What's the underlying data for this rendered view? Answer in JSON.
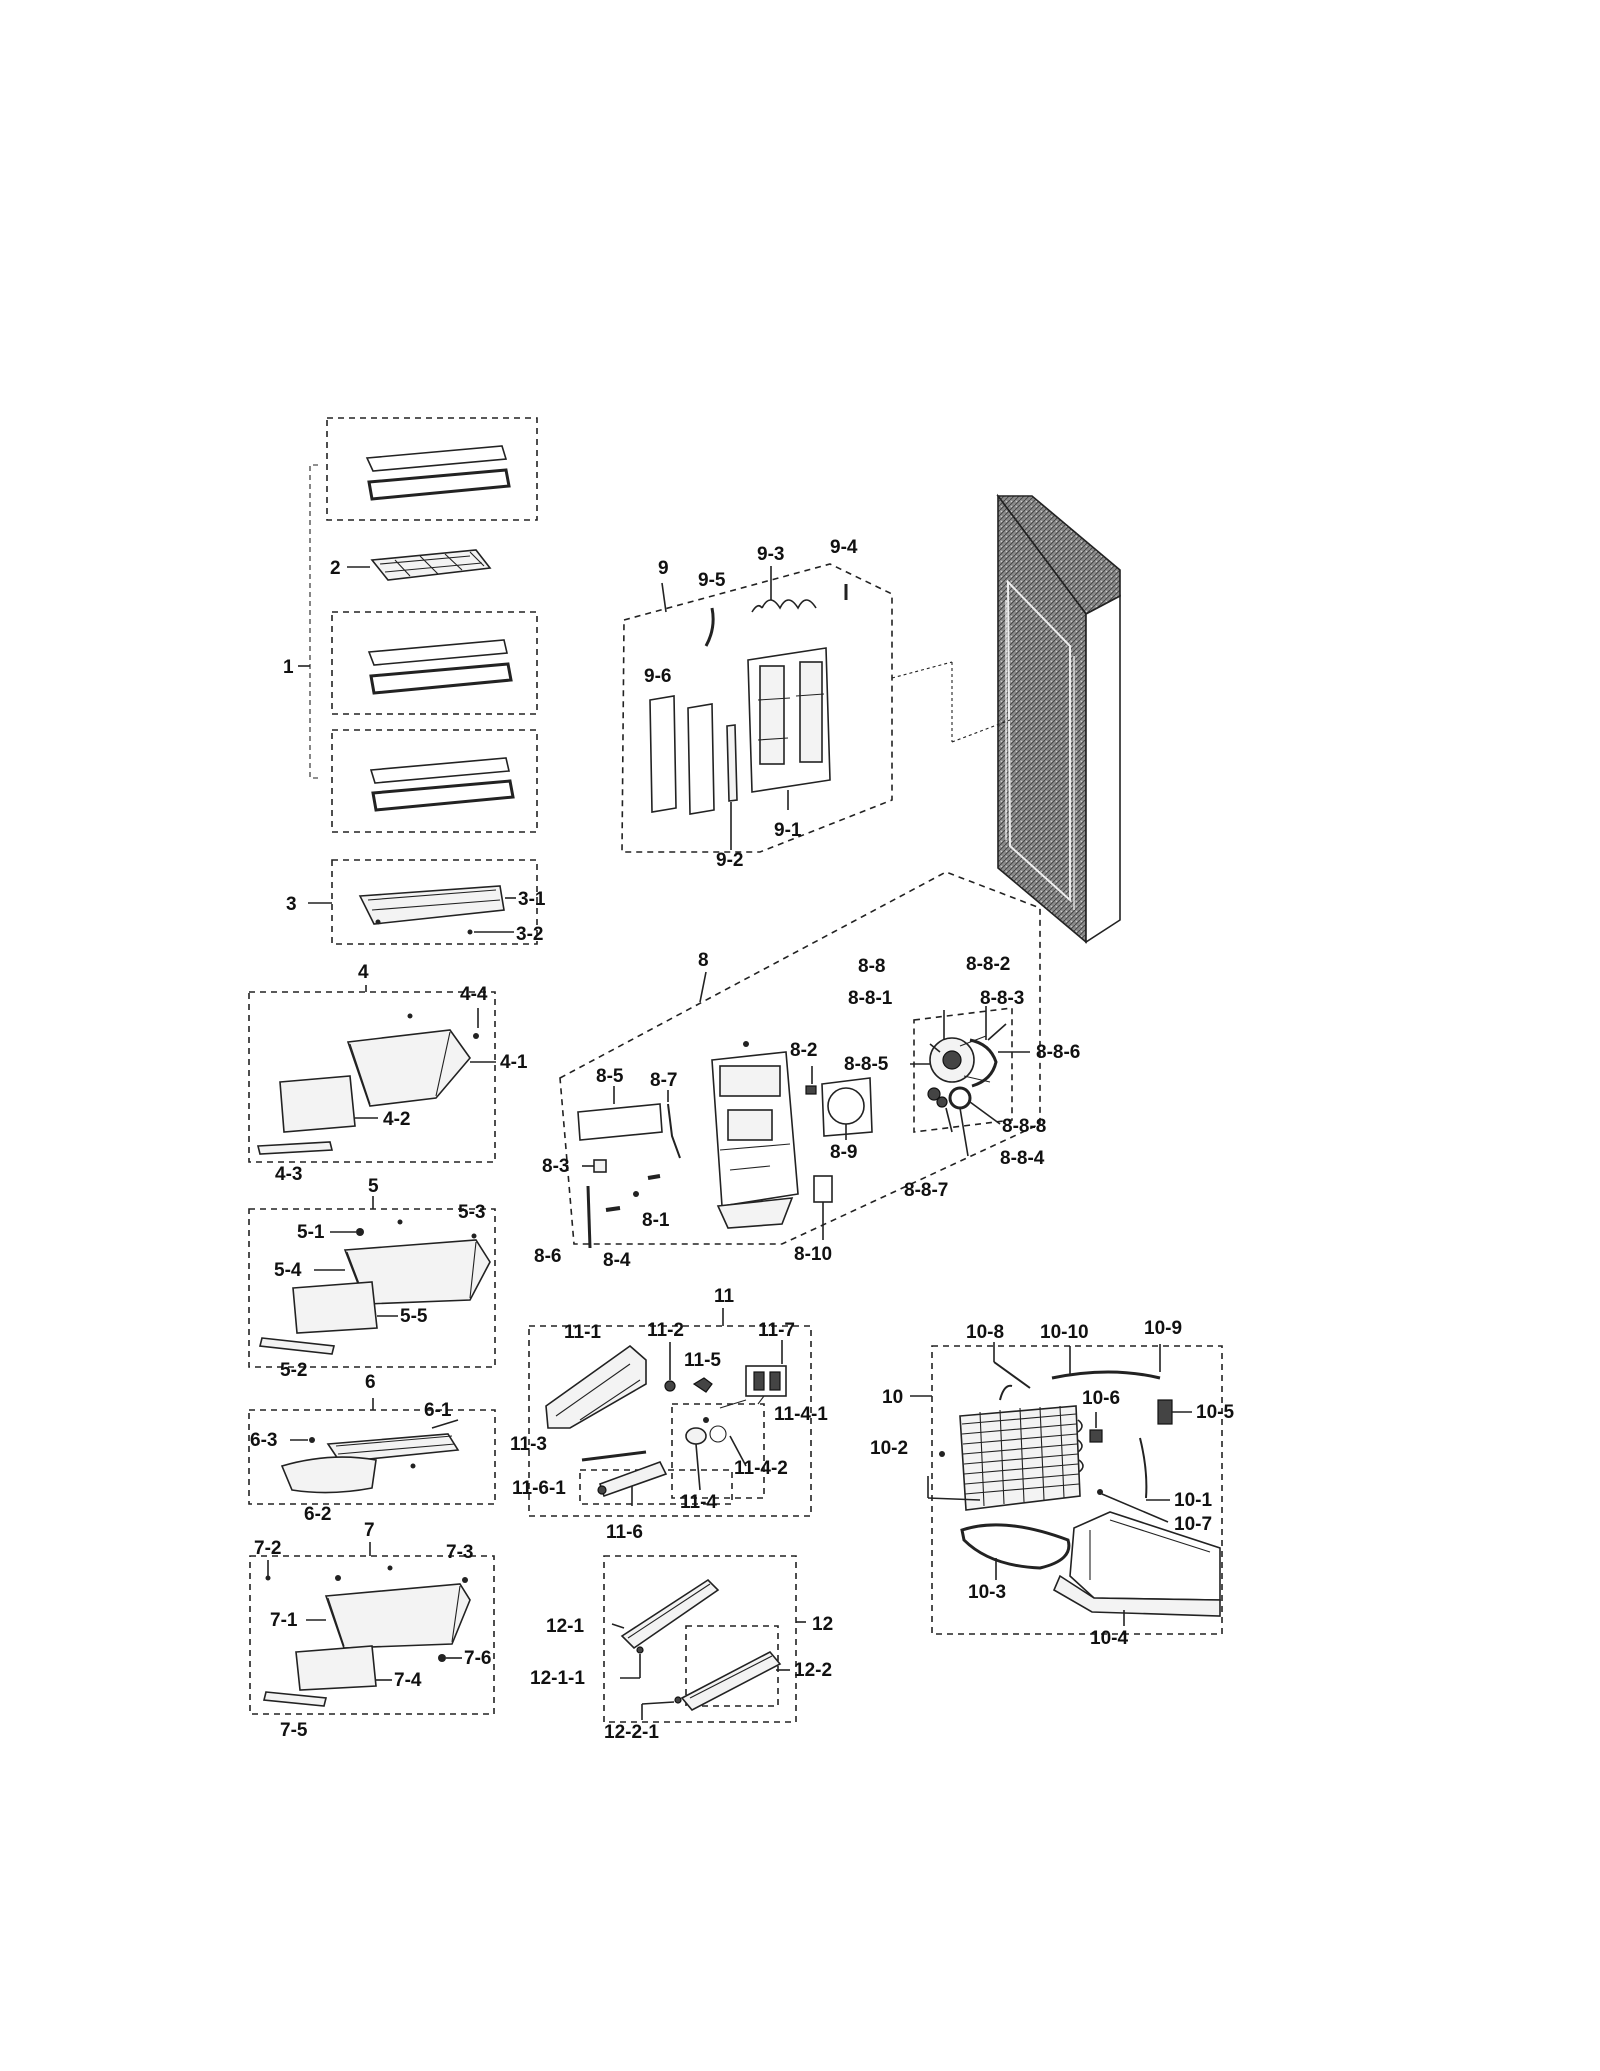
{
  "labels": {
    "l1": "1",
    "l2": "2",
    "l3": "3",
    "l3_1": "3-1",
    "l3_2": "3-2",
    "l4": "4",
    "l4_1": "4-1",
    "l4_2": "4-2",
    "l4_3": "4-3",
    "l4_4": "4-4",
    "l5": "5",
    "l5_1": "5-1",
    "l5_2": "5-2",
    "l5_3": "5-3",
    "l5_4": "5-4",
    "l5_5": "5-5",
    "l6": "6",
    "l6_1": "6-1",
    "l6_2": "6-2",
    "l6_3": "6-3",
    "l7": "7",
    "l7_1": "7-1",
    "l7_2": "7-2",
    "l7_3": "7-3",
    "l7_4": "7-4",
    "l7_5": "7-5",
    "l7_6": "7-6",
    "l8": "8",
    "l8_1": "8-1",
    "l8_2": "8-2",
    "l8_3": "8-3",
    "l8_4": "8-4",
    "l8_5": "8-5",
    "l8_6": "8-6",
    "l8_7": "8-7",
    "l8_8": "8-8",
    "l8_9": "8-9",
    "l8_10": "8-10",
    "l8_8_1": "8-8-1",
    "l8_8_2": "8-8-2",
    "l8_8_3": "8-8-3",
    "l8_8_4": "8-8-4",
    "l8_8_5": "8-8-5",
    "l8_8_6": "8-8-6",
    "l8_8_7": "8-8-7",
    "l8_8_8": "8-8-8",
    "l9": "9",
    "l9_1": "9-1",
    "l9_2": "9-2",
    "l9_3": "9-3",
    "l9_4": "9-4",
    "l9_5": "9-5",
    "l9_6": "9-6",
    "l10": "10",
    "l10_1": "10-1",
    "l10_2": "10-2",
    "l10_3": "10-3",
    "l10_4": "10-4",
    "l10_5": "10-5",
    "l10_6": "10-6",
    "l10_7": "10-7",
    "l10_8": "10-8",
    "l10_9": "10-9",
    "l10_10": "10-10",
    "l11": "11",
    "l11_1": "11-1",
    "l11_2": "11-2",
    "l11_3": "11-3",
    "l11_4": "11-4",
    "l11_4_1": "11-4-1",
    "l11_4_2": "11-4-2",
    "l11_5": "11-5",
    "l11_6": "11-6",
    "l11_6_1": "11-6-1",
    "l11_7": "11-7",
    "l12": "12",
    "l12_1": "12-1",
    "l12_1_1": "12-1-1",
    "l12_2": "12-2",
    "l12_2_1": "12-2-1"
  }
}
